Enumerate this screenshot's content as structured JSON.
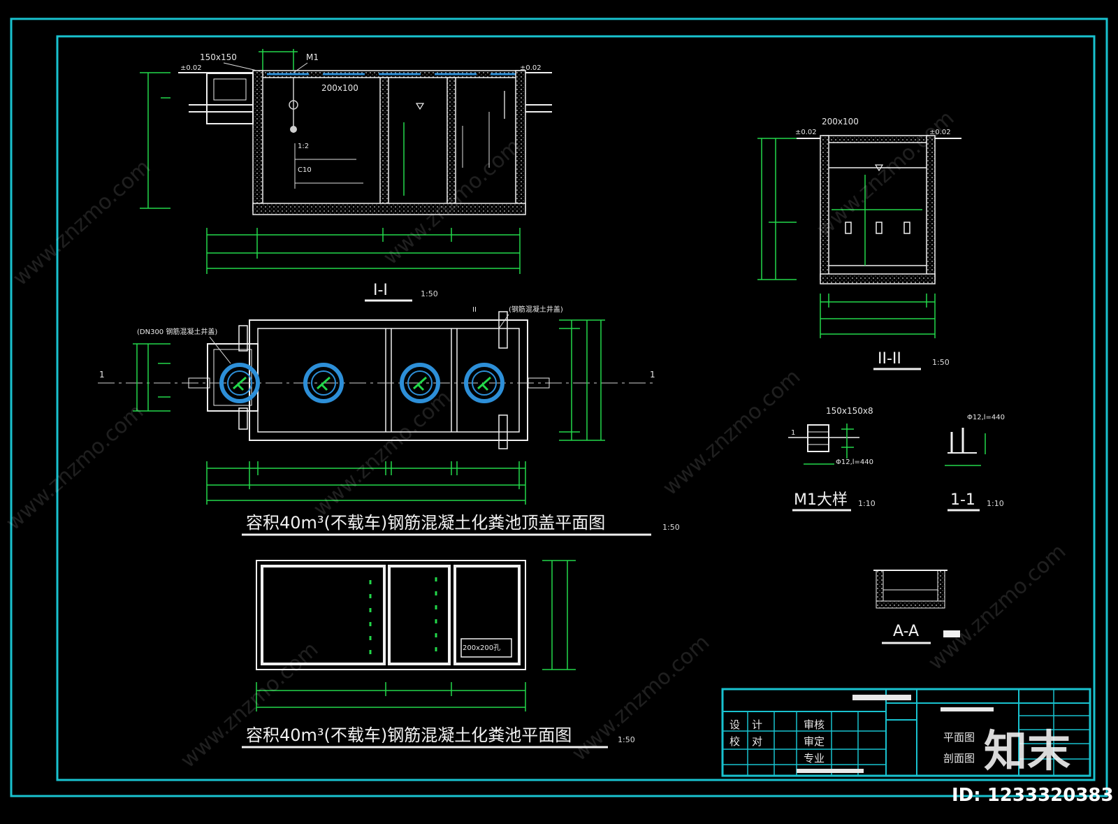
{
  "colors": {
    "background": "#000000",
    "frame": "#19c2cf",
    "dimension": "#22d84a",
    "outline": "#f0f0f0",
    "pipe": "#2d8fd8"
  },
  "plan_top": {
    "title": "容积40m³(不载车)钢筋混凝土化粪池顶盖平面图",
    "scale": "1:50",
    "note_left": "(DN300 钢筋混凝土井盖)",
    "note_right": "(钢筋混凝土井盖)",
    "end_mark_left": "1",
    "end_mark_right": "1",
    "section_mark": "II"
  },
  "plan_bottom": {
    "title": "容积40m³(不载车)钢筋混凝土化粪池平面图",
    "scale": "1:50",
    "box_label": "200x200孔"
  },
  "section_1": {
    "label": "I-I",
    "scale": "1:50",
    "note_top_left": "150x150",
    "note_manhole": "M1",
    "note_opening": "200x100",
    "level_left": "±0.02",
    "level_right": "±0.02",
    "material_lines": [
      "1:2",
      "C10"
    ]
  },
  "section_2": {
    "label": "II-II",
    "scale": "1:50",
    "note_opening": "200x100",
    "level_left": "±0.02",
    "level_right": "±0.02"
  },
  "detail_m1": {
    "label": "M1大样",
    "scale": "1:10",
    "note_top": "150x150x8",
    "note_bottom": "Φ12,l=440",
    "mark": "1"
  },
  "detail_11": {
    "label": "1-1",
    "scale": "1:10",
    "note_top": "Φ12,l=440"
  },
  "detail_aa": {
    "label": "A-A"
  },
  "title_block": {
    "rows_left": [
      [
        "设",
        "计"
      ],
      [
        "校",
        "对"
      ]
    ],
    "mid_labels": [
      "审核",
      "审定",
      "专业"
    ],
    "drawing_names": [
      "平面图",
      "剖面图"
    ]
  },
  "watermark": {
    "text": "www.znzmo.com",
    "brand": "知末",
    "id": "ID: 1233320383"
  }
}
